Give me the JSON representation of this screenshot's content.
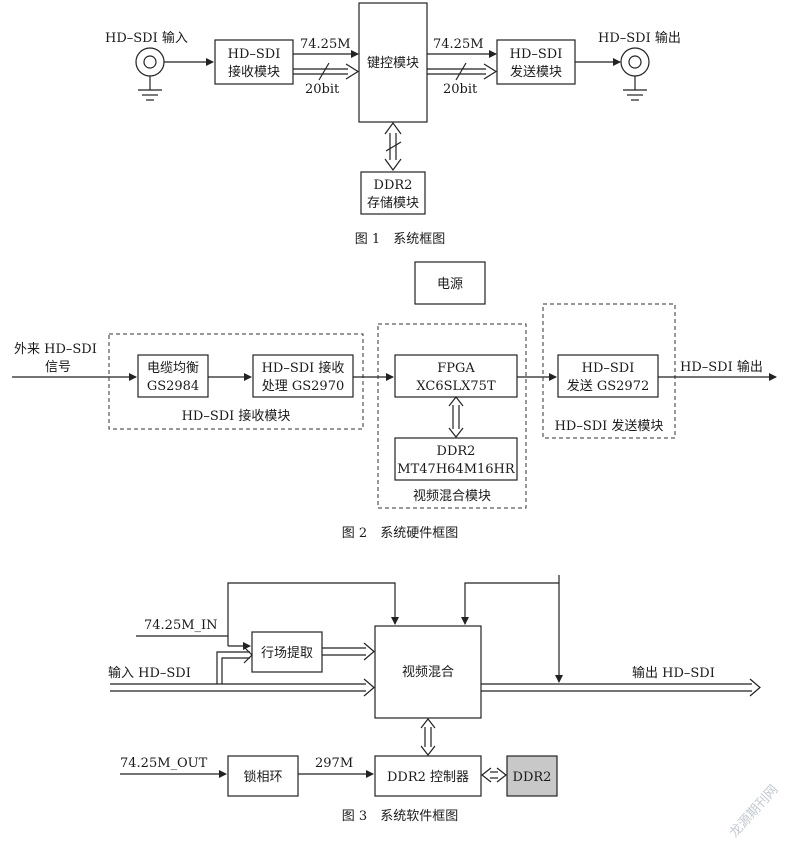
{
  "fig1": {
    "input_label": "HD–SDI 输入",
    "output_label": "HD–SDI 输出",
    "rx_line1": "HD–SDI",
    "rx_line2": "接收模块",
    "key_box": "键控模块",
    "tx_line1": "HD–SDI",
    "tx_line2": "发送模块",
    "ddr_line1": "DDR2",
    "ddr_line2": "存储模块",
    "clk_left": "74.25M",
    "clk_right": "74.25M",
    "bus_left": "20bit",
    "bus_right": "20bit",
    "caption": "图 1　系统框图"
  },
  "fig2": {
    "power": "电源",
    "ext_line1": "外来 HD–SDI",
    "ext_line2": "信号",
    "eq_line1": "电缆均衡",
    "eq_line2": "GS2984",
    "rxp_line1": "HD–SDI 接收",
    "rxp_line2": "处理 GS2970",
    "rx_group": "HD–SDI 接收模块",
    "fpga_line1": "FPGA",
    "fpga_line2": "XC6SLX75T",
    "ddr_line1": "DDR2",
    "ddr_line2": "MT47H64M16HR",
    "mix_group": "视频混合模块",
    "tx_line1": "HD–SDI",
    "tx_line2": "发送 GS2972",
    "tx_group": "HD–SDI 发送模块",
    "out_label": "HD–SDI 输出",
    "caption": "图 2　系统硬件框图"
  },
  "fig3": {
    "clk_in": "74.25M_IN",
    "hv_extract": "行场提取",
    "input": "输入 HD–SDI",
    "mix": "视频混合",
    "output": "输出 HD–SDI",
    "clk_out": "74.25M_OUT",
    "pll": "锁相环",
    "freq": "297M",
    "ddr_ctrl": "DDR2 控制器",
    "ddr": "DDR2",
    "caption": "图 3　系统软件框图"
  },
  "watermark": "龙源期刊网",
  "colors": {
    "ink": "#222222",
    "ddr_fill": "#c8c8c8",
    "watermark": "#c3c9d0"
  }
}
